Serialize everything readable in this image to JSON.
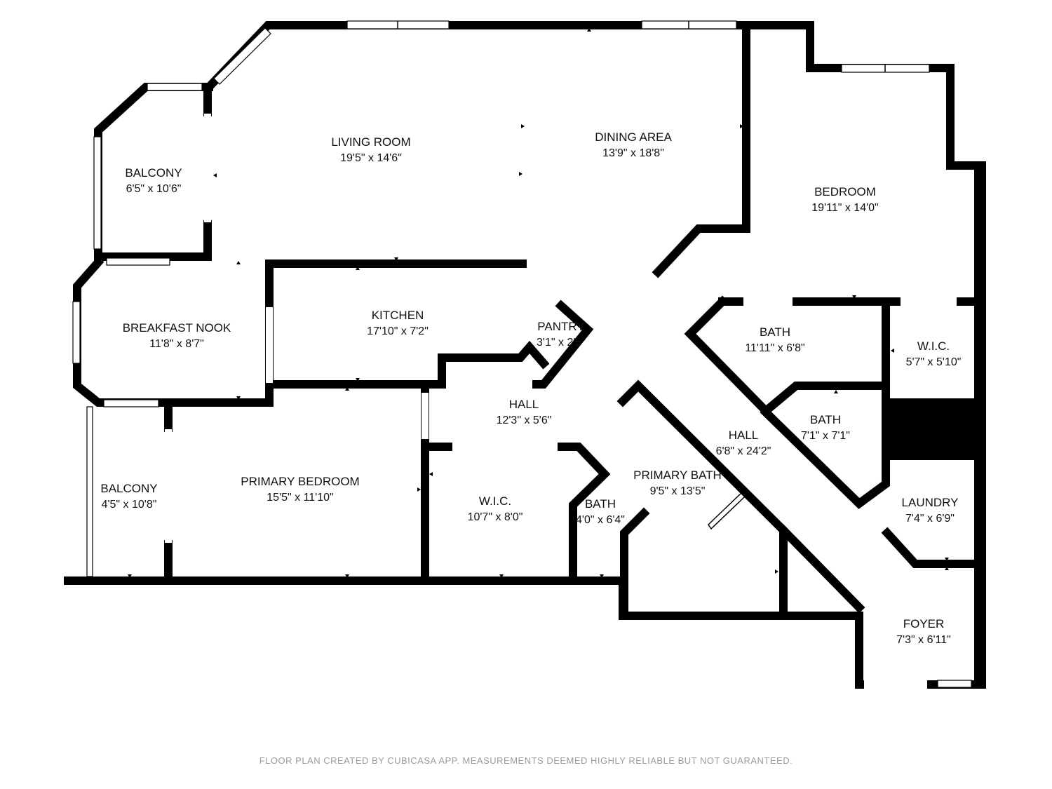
{
  "rooms": {
    "living_room": {
      "name": "LIVING ROOM",
      "dims": "19'5\" x 14'6\""
    },
    "dining_area": {
      "name": "DINING AREA",
      "dims": "13'9\" x 18'8\""
    },
    "bedroom": {
      "name": "BEDROOM",
      "dims": "19'11\" x 14'0\""
    },
    "balcony_top": {
      "name": "BALCONY",
      "dims": "6'5\" x 10'6\""
    },
    "breakfast_nook": {
      "name": "BREAKFAST NOOK",
      "dims": "11'8\" x 8'7\""
    },
    "kitchen": {
      "name": "KITCHEN",
      "dims": "17'10\" x 7'2\""
    },
    "pantry": {
      "name": "PANTRY",
      "dims": "3'1\" x 2'5\""
    },
    "bath_upper": {
      "name": "BATH",
      "dims": "11'11\" x 6'8\""
    },
    "wic_right": {
      "name": "W.I.C.",
      "dims": "5'7\" x 5'10\""
    },
    "hall_small": {
      "name": "HALL",
      "dims": "12'3\" x 5'6\""
    },
    "bath_middle": {
      "name": "BATH",
      "dims": "7'1\" x 7'1\""
    },
    "hall_long": {
      "name": "HALL",
      "dims": "6'8\" x 24'2\""
    },
    "balcony_bottom": {
      "name": "BALCONY",
      "dims": "4'5\" x 10'8\""
    },
    "primary_bedroom": {
      "name": "PRIMARY BEDROOM",
      "dims": "15'5\" x 11'10\""
    },
    "primary_bath": {
      "name": "PRIMARY BATH",
      "dims": "9'5\" x 13'5\""
    },
    "laundry": {
      "name": "LAUNDRY",
      "dims": "7'4\" x 6'9\""
    },
    "wic_center": {
      "name": "W.I.C.",
      "dims": "10'7\" x 8'0\""
    },
    "bath_small": {
      "name": "BATH",
      "dims": "4'0\" x 6'4\""
    },
    "foyer": {
      "name": "FOYER",
      "dims": "7'3\" x 6'11\""
    }
  },
  "footer": "FLOOR PLAN CREATED BY CUBICASA APP. MEASUREMENTS DEEMED HIGHLY RELIABLE BUT NOT GUARANTEED."
}
